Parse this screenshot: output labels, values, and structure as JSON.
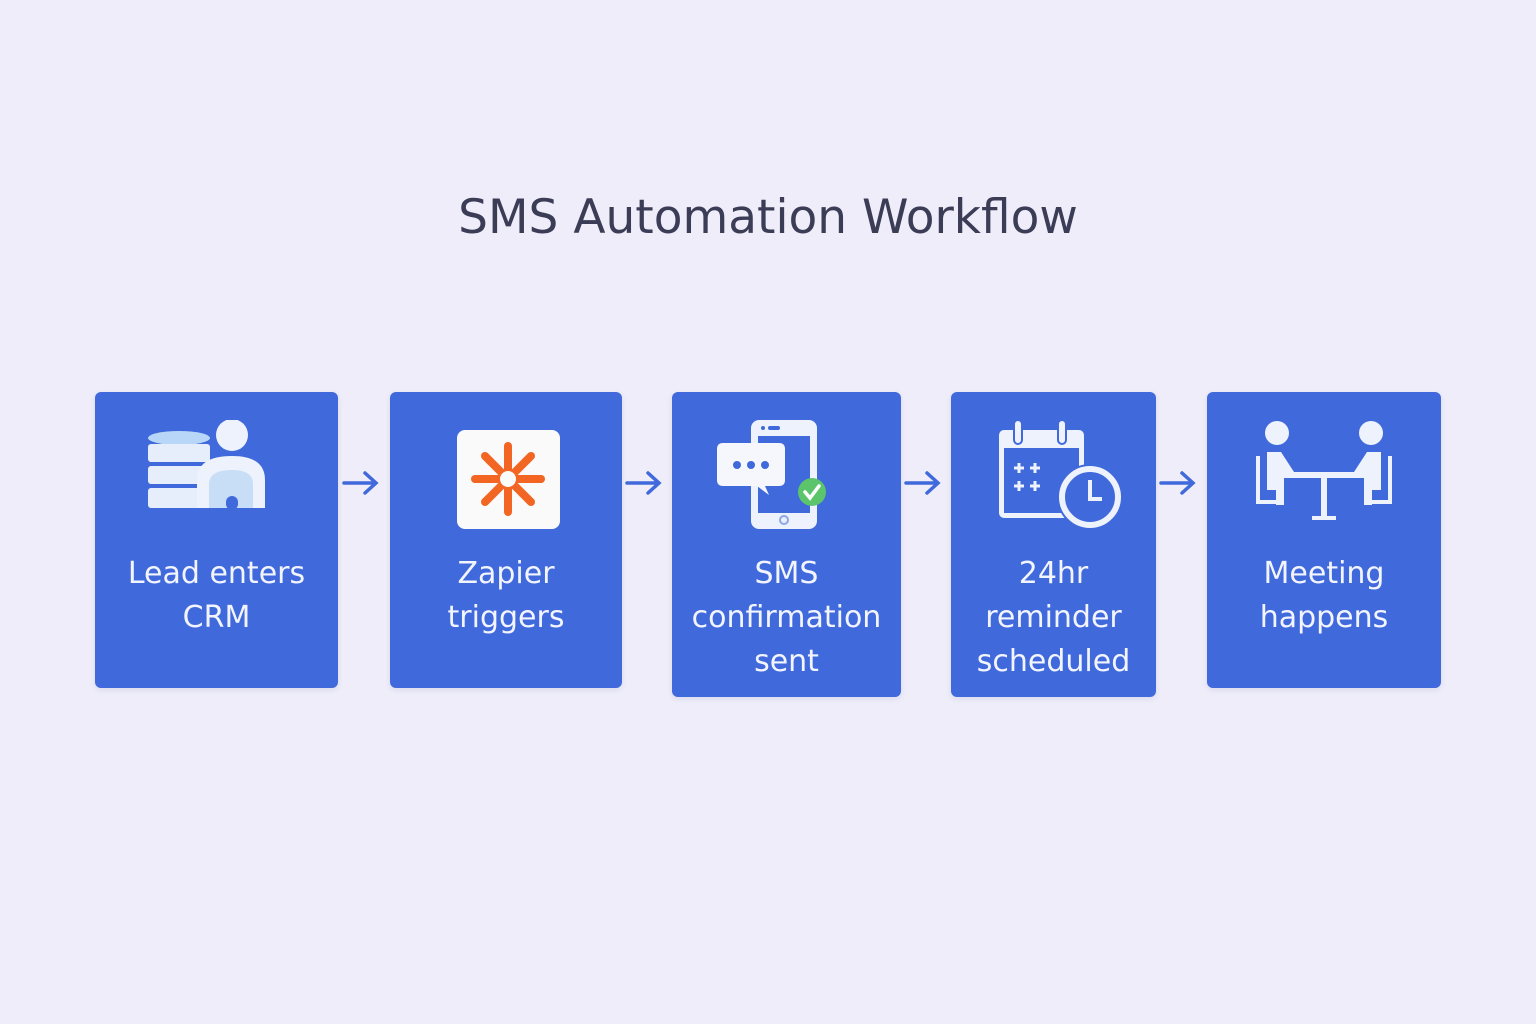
{
  "title": "SMS Automation Workflow",
  "steps": [
    {
      "line1": "Lead enters",
      "line2": "CRM",
      "icon": "database-user-icon"
    },
    {
      "line1": "Zapier",
      "line2": "triggers",
      "icon": "zapier-asterisk-icon"
    },
    {
      "line1": "SMS",
      "line2": "confirmation",
      "line3": "sent",
      "icon": "phone-message-check-icon"
    },
    {
      "line1": "24hr",
      "line2": "reminder",
      "line3": "scheduled",
      "icon": "calendar-clock-icon"
    },
    {
      "line1": "Meeting",
      "line2": "happens",
      "icon": "meeting-table-icon"
    }
  ],
  "colors": {
    "box": "#4069db",
    "background": "#efedf9",
    "zapier": "#f26522",
    "check": "#5cc46a"
  }
}
